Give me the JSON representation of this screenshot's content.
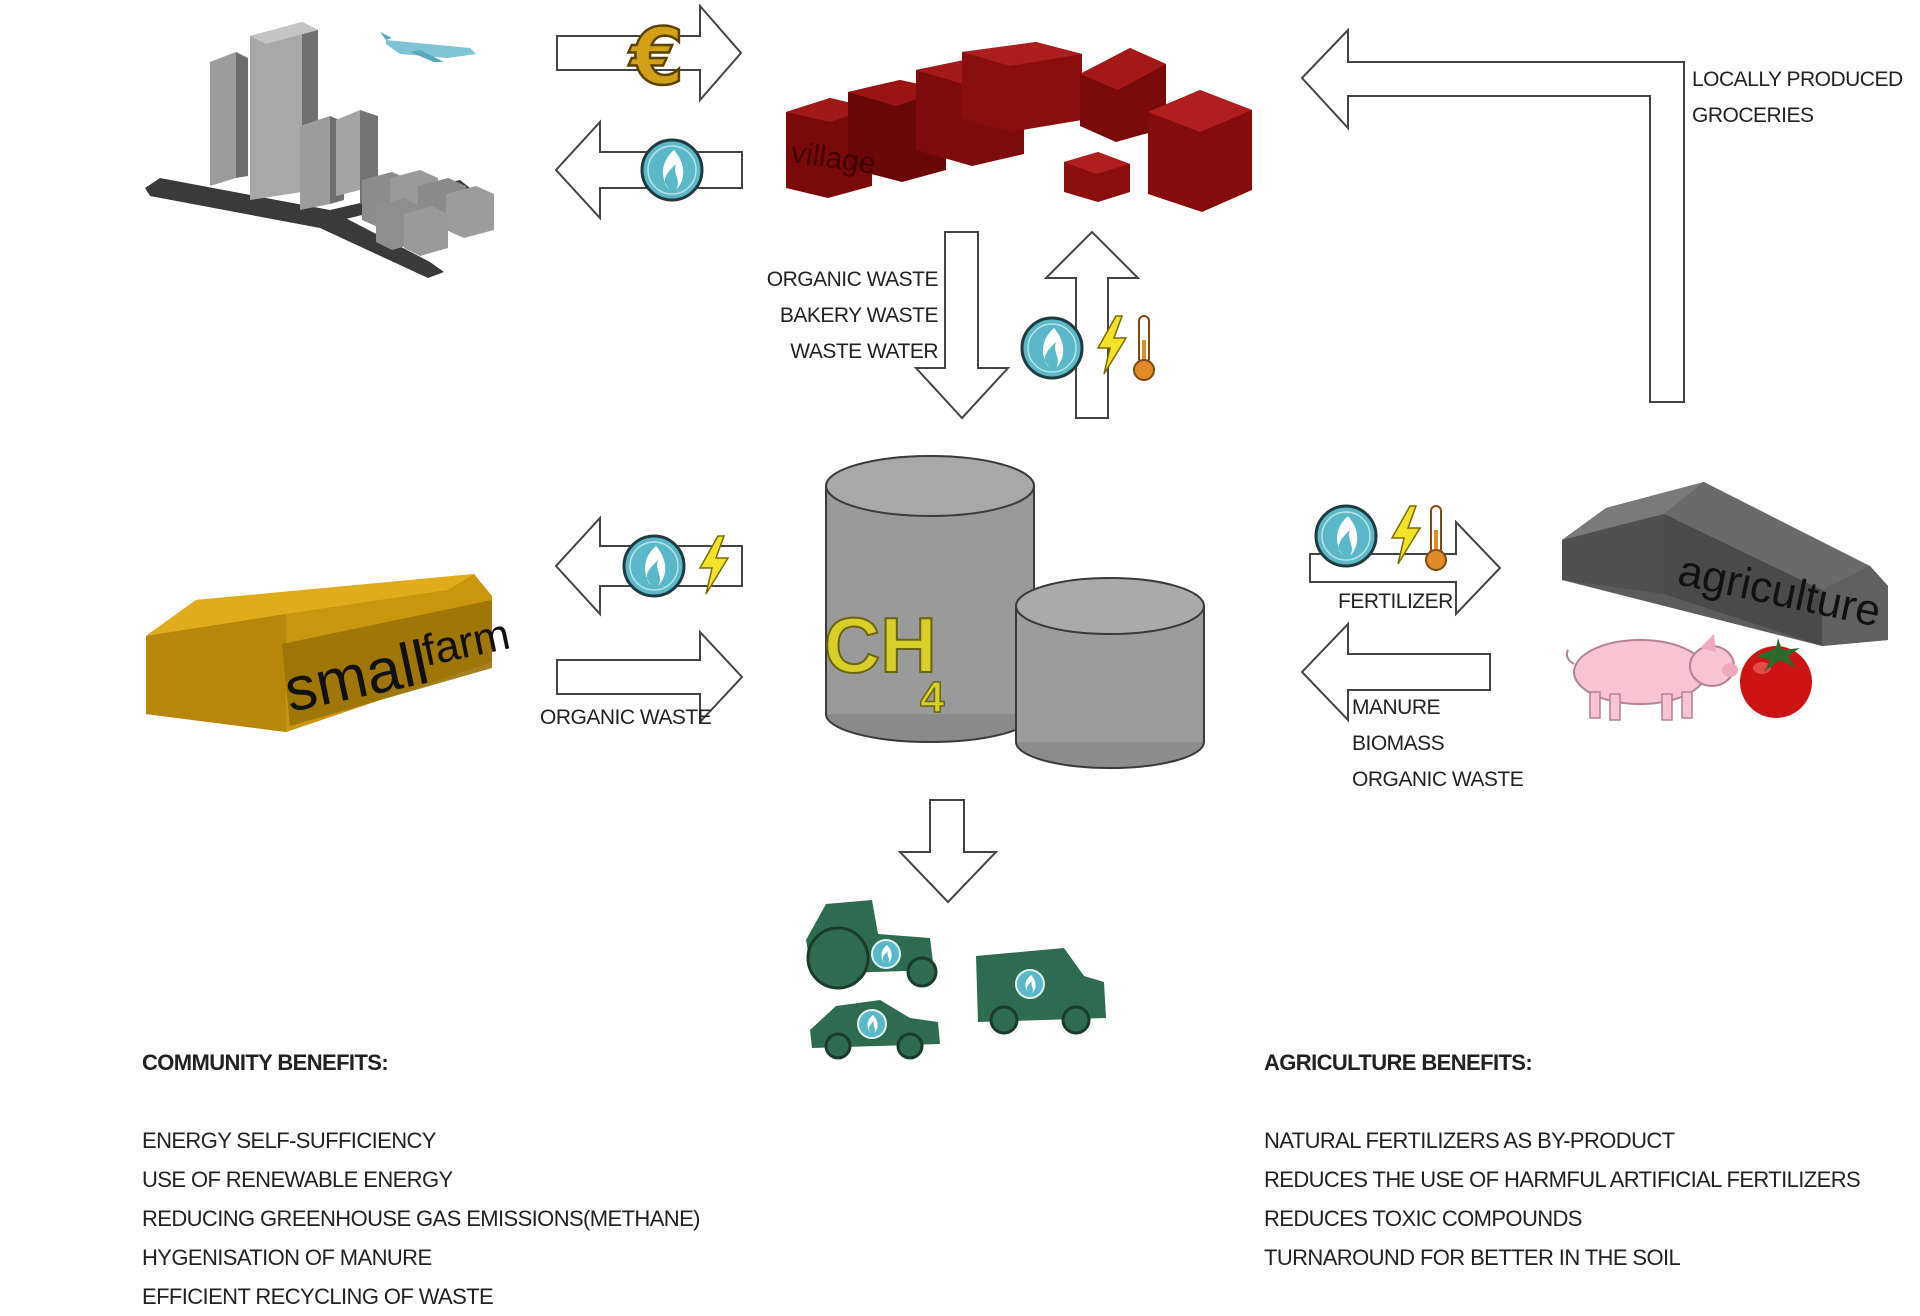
{
  "labels": {
    "locally_produced": [
      "LOCALLY PRODUCED",
      "GROCERIES"
    ],
    "village_inputs": [
      "ORGANIC WASTE",
      "BAKERY WASTE",
      "WASTE WATER"
    ],
    "fertilizer": "FERTILIZER",
    "farm_inputs": [
      "MANURE",
      "BIOMASS",
      "ORGANIC WASTE"
    ],
    "small_farm_output": "ORGANIC WASTE",
    "village_word": "village",
    "small_farm_word_1": "small",
    "small_farm_word_2": "farm",
    "agriculture_word": "agriculture",
    "ch4_c": "CH",
    "ch4_sub": "4",
    "euro_symbol": "€"
  },
  "community": {
    "heading": "COMMUNITY BENEFITS:",
    "items": [
      "ENERGY SELF-SUFFICIENCY",
      "USE OF RENEWABLE ENERGY",
      "REDUCING GREENHOUSE GAS EMISSIONS(METHANE)",
      "HYGENISATION OF MANURE",
      "EFFICIENT RECYCLING OF WASTE"
    ]
  },
  "agriculture": {
    "heading": "AGRICULTURE BENEFITS:",
    "items": [
      "NATURAL FERTILIZERS AS BY-PRODUCT",
      "REDUCES THE USE OF HARMFUL ARTIFICIAL FERTILIZERS",
      "REDUCES TOXIC COMPOUNDS",
      "TURNAROUND FOR BETTER IN THE SOIL"
    ]
  },
  "icons": {
    "city": "city-skyline-icon",
    "airplane": "airplane-icon",
    "village": "village-houses-icon",
    "biogas_tanks": "biogas-tank-icon",
    "small_farm": "small-farm-barn-icon",
    "agriculture": "agriculture-barn-icon",
    "pig": "pig-icon",
    "tomato": "tomato-icon",
    "gas": "gas-flame-icon",
    "electricity": "lightning-bolt-icon",
    "heat": "thermometer-icon",
    "euro": "euro-coin-icon",
    "vehicles": "gas-vehicles-icon"
  },
  "colors": {
    "village": "#7a0a0a",
    "small_farm": "#c9960e",
    "agriculture": "#5c5c5c",
    "tanks": "#9a9a9a",
    "ch4_text": "#d8cf2a",
    "gas_icon": "#5ab8c8",
    "bolt": "#f2e32a",
    "thermo": "#e08a2a",
    "vehicle": "#2f6b4e",
    "pig": "#f6c4d2",
    "tomato": "#cc1414"
  }
}
